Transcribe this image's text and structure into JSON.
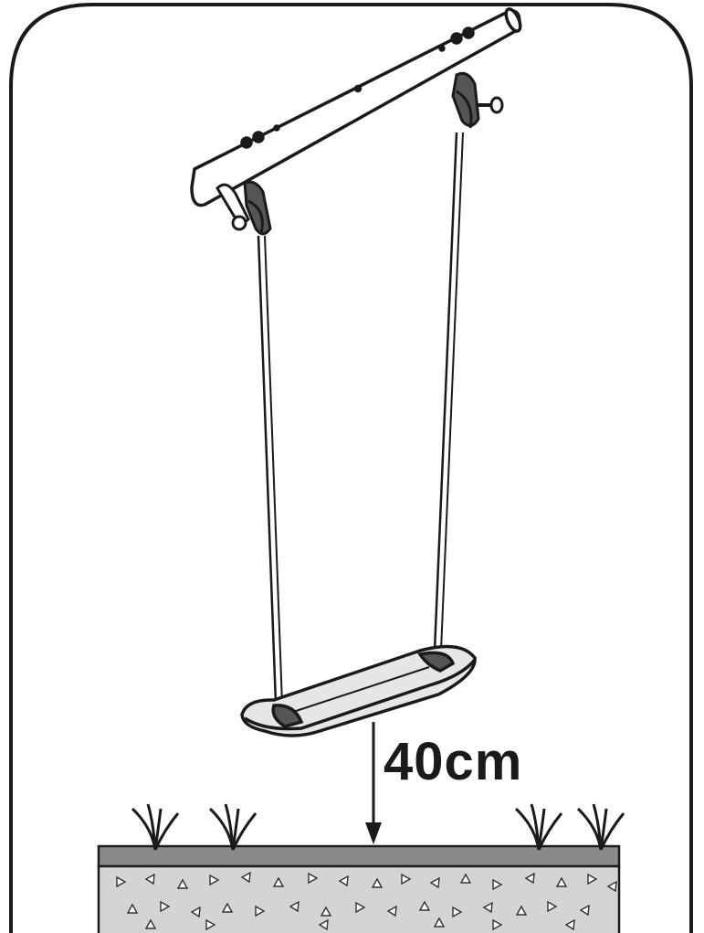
{
  "measurement": {
    "label": "40cm"
  },
  "colors": {
    "ink": "#1a1a1a",
    "ground": "#d4d4d4",
    "grass_strip": "#8a8a8a",
    "seat": "#e6e6e6"
  },
  "icons": [
    "beam",
    "rope-clip",
    "rope",
    "swing-seat",
    "ground",
    "grass-tuft",
    "height-arrow"
  ]
}
